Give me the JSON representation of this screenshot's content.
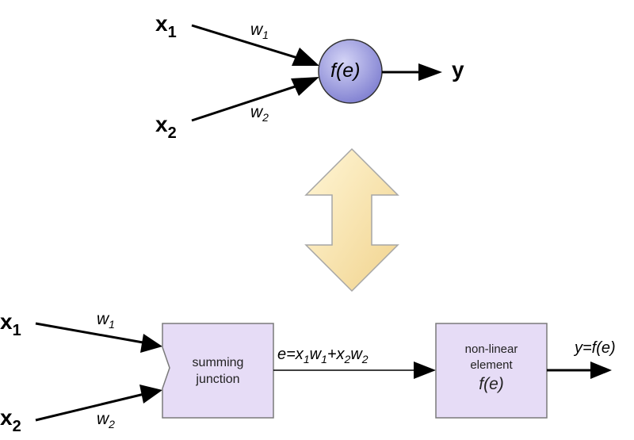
{
  "top": {
    "input1": {
      "var": "x",
      "sub": "1"
    },
    "input2": {
      "var": "x",
      "sub": "2"
    },
    "weight1": {
      "var": "w",
      "sub": "1"
    },
    "weight2": {
      "var": "w",
      "sub": "2"
    },
    "neuron_label": "f(e)",
    "output": "y"
  },
  "bottom": {
    "input1": {
      "var": "x",
      "sub": "1"
    },
    "input2": {
      "var": "x",
      "sub": "2"
    },
    "weight1": {
      "var": "w",
      "sub": "1"
    },
    "weight2": {
      "var": "w",
      "sub": "2"
    },
    "summing": {
      "line1": "summing",
      "line2": "junction"
    },
    "sum_eq": {
      "e": "e=x",
      "s1": "1",
      "w": "w",
      "s2": "1",
      "plus": "+x",
      "s3": "2",
      "w2": "w",
      "s4": "2"
    },
    "nonlinear": {
      "line1": "non-linear",
      "line2": "element",
      "func": "f(e)"
    },
    "output": "y=f(e)"
  },
  "colors": {
    "neuron_fill": "#9a9ae0",
    "box_fill": "#e6dcf6",
    "box_stroke": "#7a7a7a",
    "arrow_fill": "#f7e2a6",
    "arrow_stroke": "#9a9a9a",
    "line": "#000000"
  }
}
